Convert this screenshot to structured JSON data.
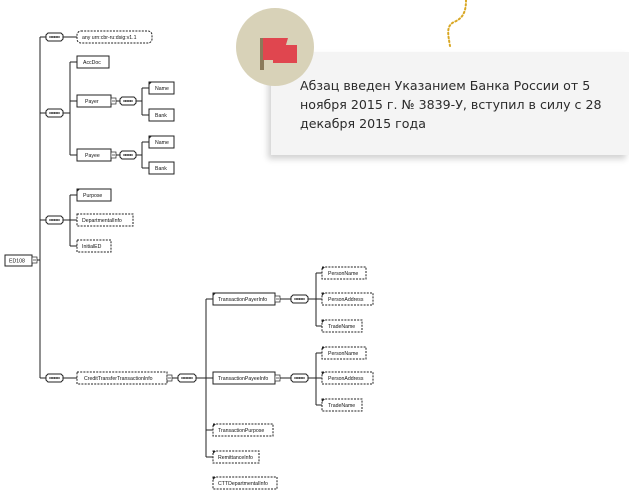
{
  "diagram": {
    "root": "ED108",
    "nodes": {
      "any": "any urn:cbr-ru:dsig:v1.1",
      "accdoc": "AccDoc",
      "payer": "Payer",
      "payer_name": "Name",
      "payer_bank": "Bank",
      "payee": "Payee",
      "payee_name": "Name",
      "payee_bank": "Bank",
      "purpose": "Purpose",
      "dept": "DepartmentalInfo",
      "initial": "InitialED",
      "ctti": "CreditTransferTransactionInfo",
      "tpayer": "TransactionPayerInfo",
      "tpayer_pname": "PersonName",
      "tpayer_paddr": "PersonAddress",
      "tpayer_trade": "TradeName",
      "tpayee": "TransactionPayeeInfo",
      "tpayee_pname": "PersonName",
      "tpayee_paddr": "PersonAddress",
      "tpayee_trade": "TradeName",
      "tpurpose": "TransactionPurpose",
      "remit": "RemittanceInfo",
      "cttdept": "CTTDepartmentalInfo"
    }
  },
  "note": {
    "text": "Абзац введен Указанием Банка России от 5 ноября 2015 г. № 3839-У, вступил в силу с 28 декабря 2015 года",
    "icon": "flag-icon"
  },
  "colors": {
    "flag": "#e0464f",
    "badge": "#d8d2b8",
    "squiggle": "#d9a825"
  }
}
